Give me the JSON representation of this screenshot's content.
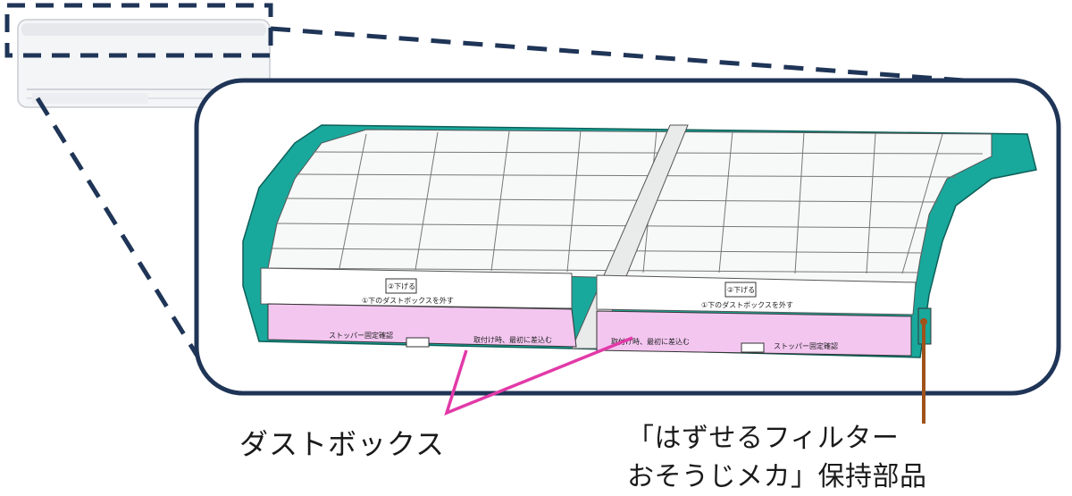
{
  "callouts": {
    "dust_box": "ダストボックス",
    "holder_line1": "「はずせるフィルター",
    "holder_line2": "おそうじメカ」保持部品"
  },
  "filter_labels": {
    "left_top_tab": "②下げる",
    "right_top_tab": "②下げる",
    "left_instruction": "①下のダストボックスを外す",
    "right_instruction": "①下のダストボックスを外す",
    "left_bottom_note": "取付け時、最初に差込む",
    "right_bottom_note": "取付け時、最初に差込む",
    "left_stopper": "ストッパー固定確認",
    "right_stopper": "ストッパー固定確認"
  },
  "colors": {
    "frame": "#1f3557",
    "teal": "#19a89c",
    "dust_box_fill": "#f3c6f0",
    "magenta_leader": "#e23aa8",
    "brown_leader": "#a0521b"
  }
}
